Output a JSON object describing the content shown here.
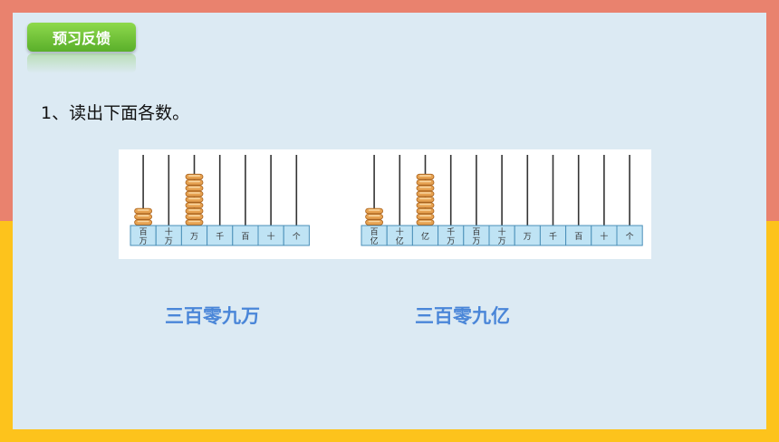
{
  "header": {
    "badge_label": "预习反馈"
  },
  "question": {
    "text": "1、读出下面各数。"
  },
  "abacus_left": {
    "places": [
      [
        "百",
        "万"
      ],
      [
        "十",
        "万"
      ],
      [
        "万"
      ],
      [
        "千"
      ],
      [
        "百"
      ],
      [
        "十"
      ],
      [
        "个"
      ]
    ],
    "beads": [
      3,
      0,
      9,
      0,
      0,
      0,
      0
    ]
  },
  "abacus_right": {
    "places": [
      [
        "百",
        "亿"
      ],
      [
        "十",
        "亿"
      ],
      [
        "亿"
      ],
      [
        "千",
        "万"
      ],
      [
        "百",
        "万"
      ],
      [
        "十",
        "万"
      ],
      [
        "万"
      ],
      [
        "千"
      ],
      [
        "百"
      ],
      [
        "十"
      ],
      [
        "个"
      ]
    ],
    "beads": [
      3,
      0,
      9,
      0,
      0,
      0,
      0,
      0,
      0,
      0,
      0
    ]
  },
  "answers": {
    "left": "三百零九万",
    "right": "三百零九亿"
  },
  "colors": {
    "frame_top": "#e9826e",
    "frame_bottom": "#fdc31c",
    "answer_text": "#4a86d8",
    "badge": "#6cbf35"
  }
}
